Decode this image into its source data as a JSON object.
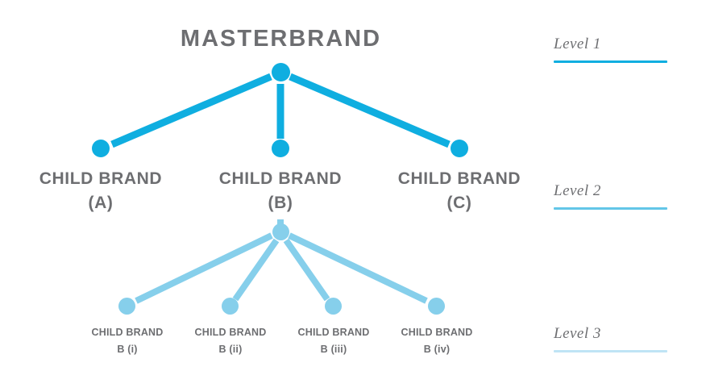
{
  "diagram": {
    "title": "MASTERBRAND",
    "colors": {
      "primary_cyan": "#0FAEE0",
      "light_cyan": "#86CFEB",
      "pale_cyan": "#BFE4F5",
      "text_gray": "#6D6E71",
      "background": "#FFFFFF"
    }
  },
  "root": {
    "label": "MASTERBRAND"
  },
  "level2": {
    "nodes": [
      {
        "line1": "CHILD BRAND",
        "line2": "(A)"
      },
      {
        "line1": "CHILD BRAND",
        "line2": "(B)"
      },
      {
        "line1": "CHILD BRAND",
        "line2": "(C)"
      }
    ]
  },
  "level3": {
    "parent": "(B)",
    "nodes": [
      {
        "line1": "CHILD BRAND",
        "line2": "B (i)"
      },
      {
        "line1": "CHILD BRAND",
        "line2": "B (ii)"
      },
      {
        "line1": "CHILD BRAND",
        "line2": "B (iii)"
      },
      {
        "line1": "CHILD BRAND",
        "line2": "B (iv)"
      }
    ]
  },
  "legend": {
    "items": [
      {
        "label": "Level 1",
        "rule_color": "#0FAEE0"
      },
      {
        "label": "Level 2",
        "rule_color": "#63C6E8"
      },
      {
        "label": "Level 3",
        "rule_color": "#BFE4F5"
      }
    ]
  }
}
